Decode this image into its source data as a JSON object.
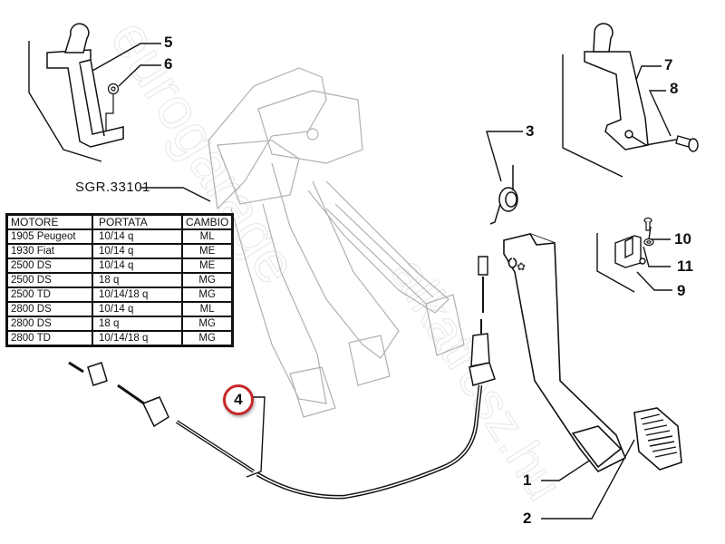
{
  "diagram": {
    "reference_code": "SGR.33101",
    "highlighted_part": "4",
    "callouts": [
      "1",
      "2",
      "3",
      "5",
      "6",
      "7",
      "8",
      "9",
      "10",
      "11"
    ],
    "watermark": "eurogarage alkatresz.hu",
    "colors": {
      "line": "#111111",
      "ghost": "#b5b5b5",
      "highlight_ring": "#c8282a"
    }
  },
  "spec_table": {
    "headers": [
      "MOTORE",
      "PORTATA",
      "CAMBIO"
    ],
    "rows": [
      [
        "1905 Peugeot",
        "10/14 q",
        "ML"
      ],
      [
        "1930 Fiat",
        "10/14 q",
        "ME"
      ],
      [
        "2500 DS",
        "10/14 q",
        "ME"
      ],
      [
        "2500 DS",
        "18 q",
        "MG"
      ],
      [
        "2500 TD",
        "10/14/18 q",
        "MG"
      ],
      [
        "2800 DS",
        "10/14 q",
        "ML"
      ],
      [
        "2800 DS",
        "18 q",
        "MG"
      ],
      [
        "2800 TD",
        "10/14/18 q",
        "MG"
      ]
    ]
  }
}
